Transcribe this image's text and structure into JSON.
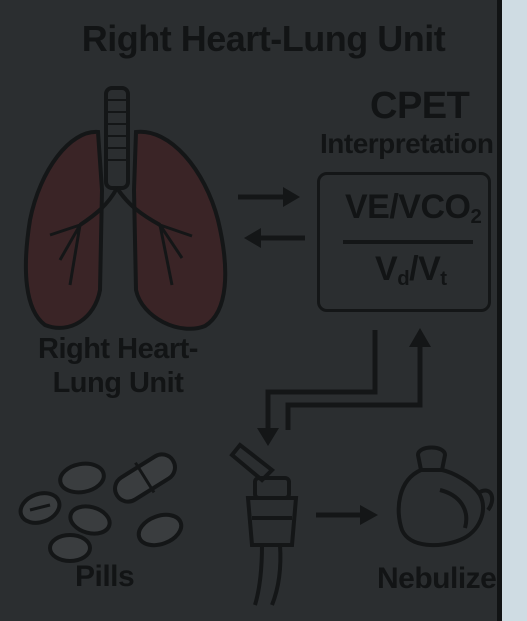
{
  "title": "Right Heart-Lung Unit",
  "cpet": {
    "heading": "CPET",
    "subheading": "Interpretation",
    "ratio_top_main": "VE/VCO",
    "ratio_top_sub": "2",
    "ratio_bottom_v1": "V",
    "ratio_bottom_sub1": "d",
    "ratio_bottom_slash": "/V",
    "ratio_bottom_sub2": "t"
  },
  "left_label_line1": "Right Heart-",
  "left_label_line2": "Lung Unit",
  "pills_label": "Pills",
  "nebulizer_label": "Nebulizer",
  "colors": {
    "background": "#2b2e30",
    "ink": "#121415",
    "lung": "#3a2426",
    "strip": "#cfdce3"
  },
  "icons": [
    "lungs-icon",
    "pills-icon",
    "nebulizer-icon",
    "jar-icon",
    "arrow-icon"
  ]
}
